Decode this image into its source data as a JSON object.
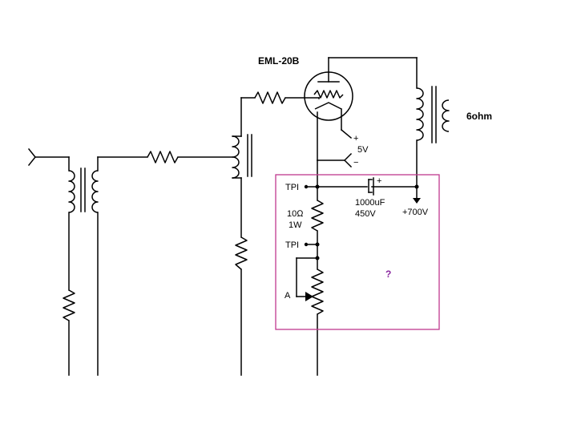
{
  "labels": {
    "tube": "EML-20B",
    "speaker": "6ohm",
    "heater_plus": "+",
    "heater_volt": "5V",
    "heater_minus": "−",
    "test_point_top": "TPI",
    "test_point_mid": "TPI",
    "cap_plus": "+",
    "cap_value": "1000uF",
    "cap_voltage": "450V",
    "supply": "+700V",
    "resistor_value": "10Ω",
    "resistor_power": "1W",
    "pot_label": "A",
    "unknown": "?"
  },
  "colors": {
    "wire": "#000000",
    "highlight_box": "#c0398f",
    "question_mark": "#8a2aa0"
  }
}
